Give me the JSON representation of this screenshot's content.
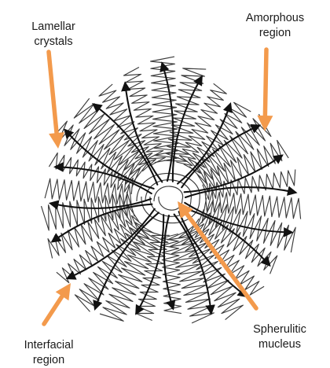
{
  "labels": {
    "lamellar": {
      "line1": "Lamellar",
      "line2": "crystals"
    },
    "amorphous": {
      "line1": "Amorphous",
      "line2": "region"
    },
    "interfacial": {
      "line1": "Interfacial",
      "line2": "region"
    },
    "nucleus": {
      "line1": "Spherulitic",
      "line2": "mucleus"
    }
  },
  "colors": {
    "pointer_arrow": "#F39A4C",
    "growth_arrow": "#111111",
    "lamella_line": "#3a3a3a",
    "background": "#ffffff"
  },
  "icons": {
    "pointer": "orange-arrow-icon",
    "growth": "black-arrowhead-icon"
  }
}
